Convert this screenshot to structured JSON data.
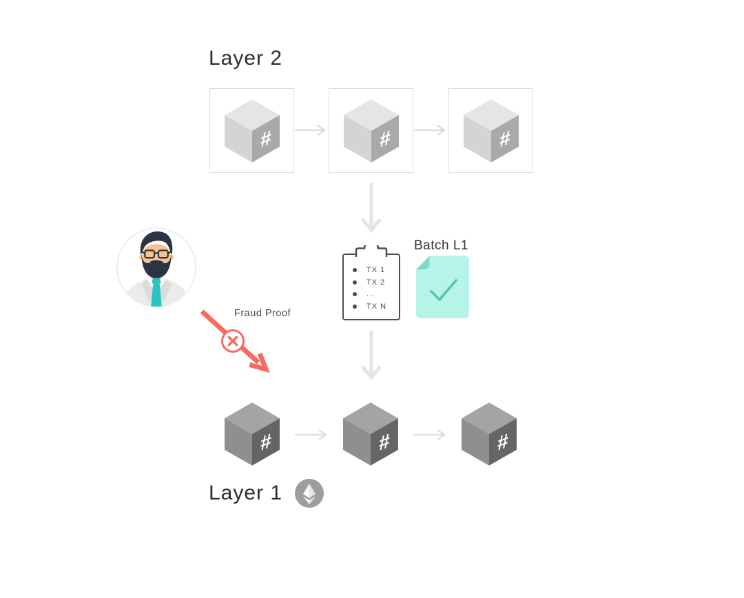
{
  "titles": {
    "layer2": "Layer 2",
    "layer1": "Layer 1"
  },
  "batch_label": "Batch L1",
  "fraud_proof_label": "Fraud Proof",
  "clipboard": {
    "items": [
      "TX 1",
      "TX 2",
      "...",
      "TX N"
    ]
  },
  "cube": {
    "hash": "#"
  },
  "icons": {
    "block": "cube-hash-icon",
    "tx_list": "clipboard-icon",
    "batch_doc": "document-check-icon",
    "validator": "person-avatar",
    "fraud_cross": "x-circle-icon",
    "chain_link": "arrow-icon",
    "layer1_badge": "ethereum-icon"
  },
  "colors": {
    "accent_red": "#F9695F",
    "mint_doc": "#B6F4E8",
    "mint_fold": "#82D7CB",
    "check_teal": "#53C3B6",
    "tie_teal": "#28C5C3",
    "eth_badge_gray": "#9D9D9D",
    "cube_light_top": "#E5E5E5",
    "cube_light_left": "#D4D4D4",
    "cube_light_right": "#A9A9A9",
    "cube_dark_top": "#A4A4A4",
    "cube_dark_left": "#8F8F8F",
    "cube_dark_right": "#656565",
    "box_border": "#DCDCDC"
  }
}
